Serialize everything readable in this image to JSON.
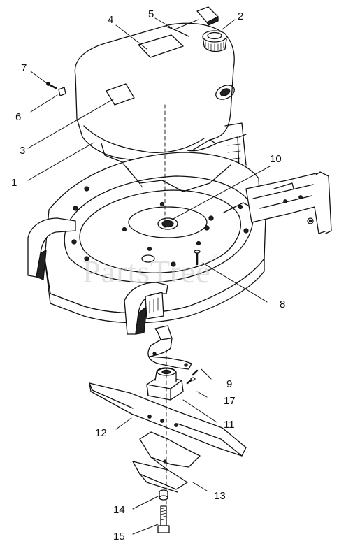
{
  "callouts": {
    "c1": "1",
    "c2": "2",
    "c3": "3",
    "c4": "4",
    "c5": "5",
    "c6": "6",
    "c7": "7",
    "c8": "8",
    "c9": "9",
    "c10": "10",
    "c11": "11",
    "c12": "12",
    "c13": "13",
    "c14": "14",
    "c15": "15",
    "c17": "17"
  },
  "watermark": {
    "text": "PartsTree",
    "mark": "™"
  }
}
